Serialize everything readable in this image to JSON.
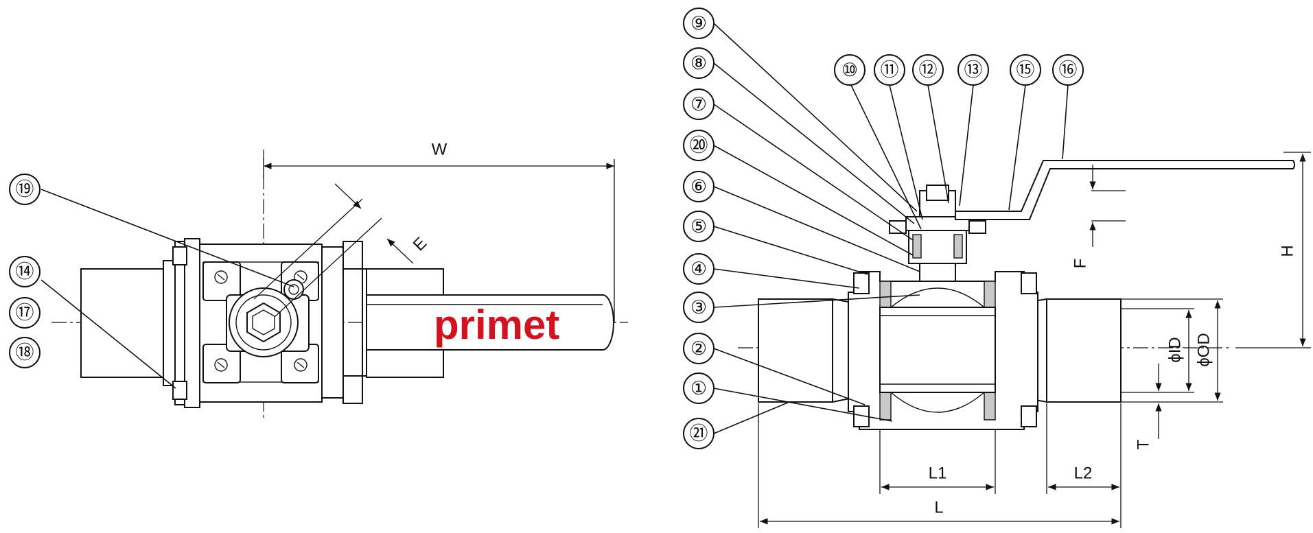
{
  "drawing": {
    "brand": "primet",
    "dimensions": {
      "W": "W",
      "E": "E",
      "F": "F",
      "H": "H",
      "ID": "ϕID",
      "OD": "ϕOD",
      "T": "T",
      "L1": "L1",
      "L2": "L2",
      "L": "L"
    },
    "part_balloons": [
      "⑲",
      "⑭",
      "⑰",
      "⑱",
      "⑨",
      "⑧",
      "⑦",
      "⑳",
      "⑥",
      "⑤",
      "④",
      "③",
      "②",
      "①",
      "㉑",
      "⑩",
      "⑪",
      "⑫",
      "⑬",
      "⑮",
      "⑯"
    ]
  }
}
